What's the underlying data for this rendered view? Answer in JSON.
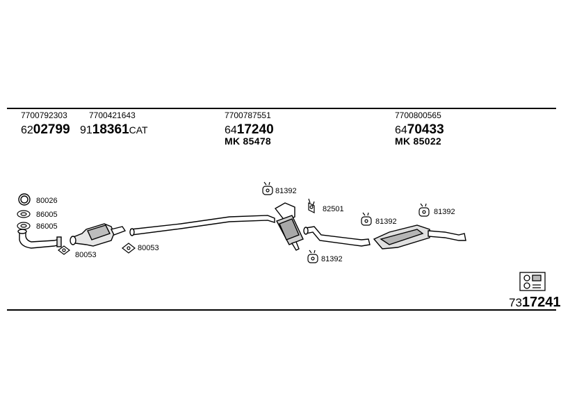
{
  "header_parts": [
    {
      "oe": "7700792303",
      "code_prefix": "62",
      "code_main": "02799",
      "code_suffix": "",
      "mk": ""
    },
    {
      "oe": "7700421643",
      "code_prefix": "91",
      "code_main": "18361",
      "code_suffix": "CAT",
      "mk": ""
    },
    {
      "oe": "7700787551",
      "code_prefix": "64",
      "code_main": "17240",
      "code_suffix": "",
      "mk": "MK 85478"
    },
    {
      "oe": "7700800565",
      "code_prefix": "64",
      "code_main": "70433",
      "code_suffix": "",
      "mk": "MK 85022"
    }
  ],
  "callouts": {
    "ring_front": "80026",
    "gasket_a": "86005",
    "gasket_b": "86005",
    "gasket_front_flange": "80053",
    "gasket_cat_flange": "80053",
    "hanger_mid": "81392",
    "clamp": "82501",
    "hanger_pipe": "81392",
    "hanger_rear_left": "81392",
    "hanger_rear_right": "81392"
  },
  "kit": {
    "code_prefix": "73",
    "code_main": "17241",
    "icon": "mounting-kit-icon"
  }
}
